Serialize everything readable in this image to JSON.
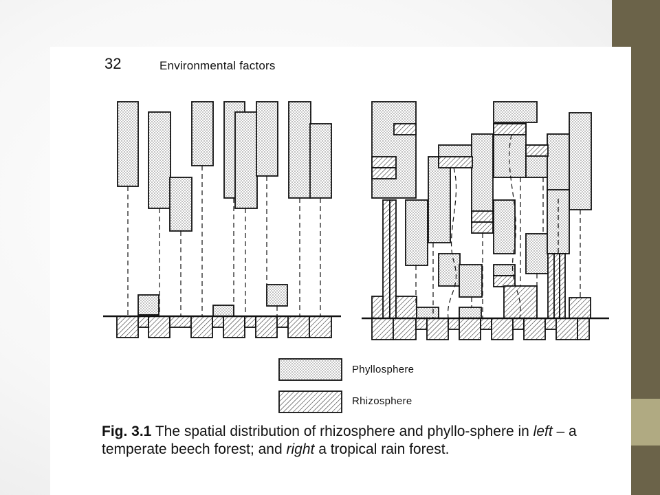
{
  "page": {
    "number": "32",
    "running_head": "Environmental factors"
  },
  "legend": [
    {
      "label": "Phyllosphere",
      "pattern": "stipple"
    },
    {
      "label": "Rhizosphere",
      "pattern": "hatch"
    }
  ],
  "caption": {
    "fig_label": "Fig. 3.1",
    "text_1": "The spatial distribution of rhizosphere and phyllo-sphere in ",
    "left_word": "left",
    "text_2": " – a temperate beech forest; and ",
    "right_word": "right",
    "text_3": " a tropical rain forest."
  },
  "colors": {
    "side_bar": "#6b6349",
    "side_accent": "#b0aa82",
    "ink": "#111111",
    "paper": "#ffffff"
  }
}
